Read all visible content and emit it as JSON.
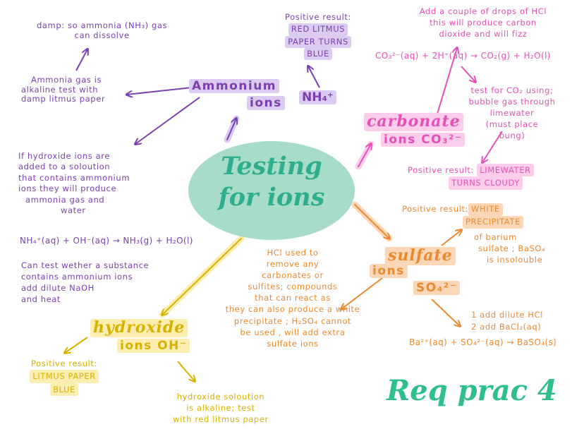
{
  "center": {
    "title_line1": "Testing",
    "title_line2": "for ions"
  },
  "footer": "Req prac 4",
  "ammonium": {
    "title": "Ammonium",
    "title2": "ions",
    "formula": "NH₄⁺",
    "damp_line1": "damp: so ammonia (NH₃) gas",
    "damp_line2": "can dissolve",
    "result_label": "Positive result:",
    "result_line1": "RED LITMUS",
    "result_line2": "PAPER TURNS",
    "result_line3": "BLUE",
    "alk_line1": "Ammonia gas is",
    "alk_line2": "alkaline test with",
    "alk_line3": "damp litmus paper",
    "hyd_line1": "If hydroxide ions are",
    "hyd_line2": "added to a soloution",
    "hyd_line3": "that contains ammonium",
    "hyd_line4": "ions they will produce",
    "hyd_line5": "ammonia gas and",
    "hyd_line6": "water",
    "equation": "NH₄⁺(aq) + OH⁻(aq) → NH₃(g) + H₂O(l)",
    "wet_line1": "Can test wether a substance",
    "wet_line2": "contains ammonium ions",
    "wet_line3": "add dilute NaOH",
    "wet_line4": "and heat"
  },
  "carbonate": {
    "title": "carbonate",
    "title2": "ions CO₃²⁻",
    "acid_line1": "Add a couple of drops of HCl",
    "acid_line2": "this will produce carbon",
    "acid_line3": "dioxide and will fizz",
    "equation": "CO₃²⁻(aq) + 2H⁺(aq) → CO₂(g) + H₂O(l)",
    "test_line1": "test for CO₂ using;",
    "test_line2": "bubble gas through",
    "test_line3": "limewater",
    "test_line4": "(must place",
    "test_line5": "bung)",
    "result_label": "Positive result:",
    "result_line1": "LIMEWATER",
    "result_line2": "TURNS CLOUDY"
  },
  "sulfate": {
    "title": "sulfate",
    "title2": "ions",
    "formula": "SO₄²⁻",
    "result_label": "Positive result:",
    "result_line1": "WHITE",
    "result_line2": "PRECIPITATE",
    "barium_line1": "of barium",
    "barium_line2": "sulfate ; BaSO₄",
    "barium_line3": "is insolouble",
    "hcl_line1": "HCl used to",
    "hcl_line2": "remove any",
    "hcl_line3": "carbonates or",
    "hcl_line4": "sulfites; compounds",
    "hcl_line5": "that can react as",
    "hcl_line6": "they can also produce a white",
    "hcl_line7": "precipitate ; H₂SO₄ cannot",
    "hcl_line8": "be used , will add extra",
    "hcl_line9": "sulfate ions",
    "step1": "1 add dilute HCl",
    "step2": "2 add BaCl₂(aq)",
    "equation": "Ba²⁺(aq) + SO₄²⁻(aq) → BaSO₄(s)"
  },
  "hydroxide": {
    "title": "hydroxide",
    "title2": "ions OH⁻",
    "result_label": "Positive result:",
    "result_line1": "LITMUS PAPER",
    "result_line2": "BLUE",
    "sol_line1": "hydroxide soloution",
    "sol_line2": "is alkaline; test",
    "sol_line3": "with red litmus paper"
  },
  "colors": {
    "purple": "#7b3fb0",
    "pink": "#e64fb7",
    "orange": "#ea8a2e",
    "yellow": "#d8b100",
    "center_fill": "#a7dcc8",
    "center_text": "#2fae8e",
    "footer": "#2fbf8f"
  }
}
